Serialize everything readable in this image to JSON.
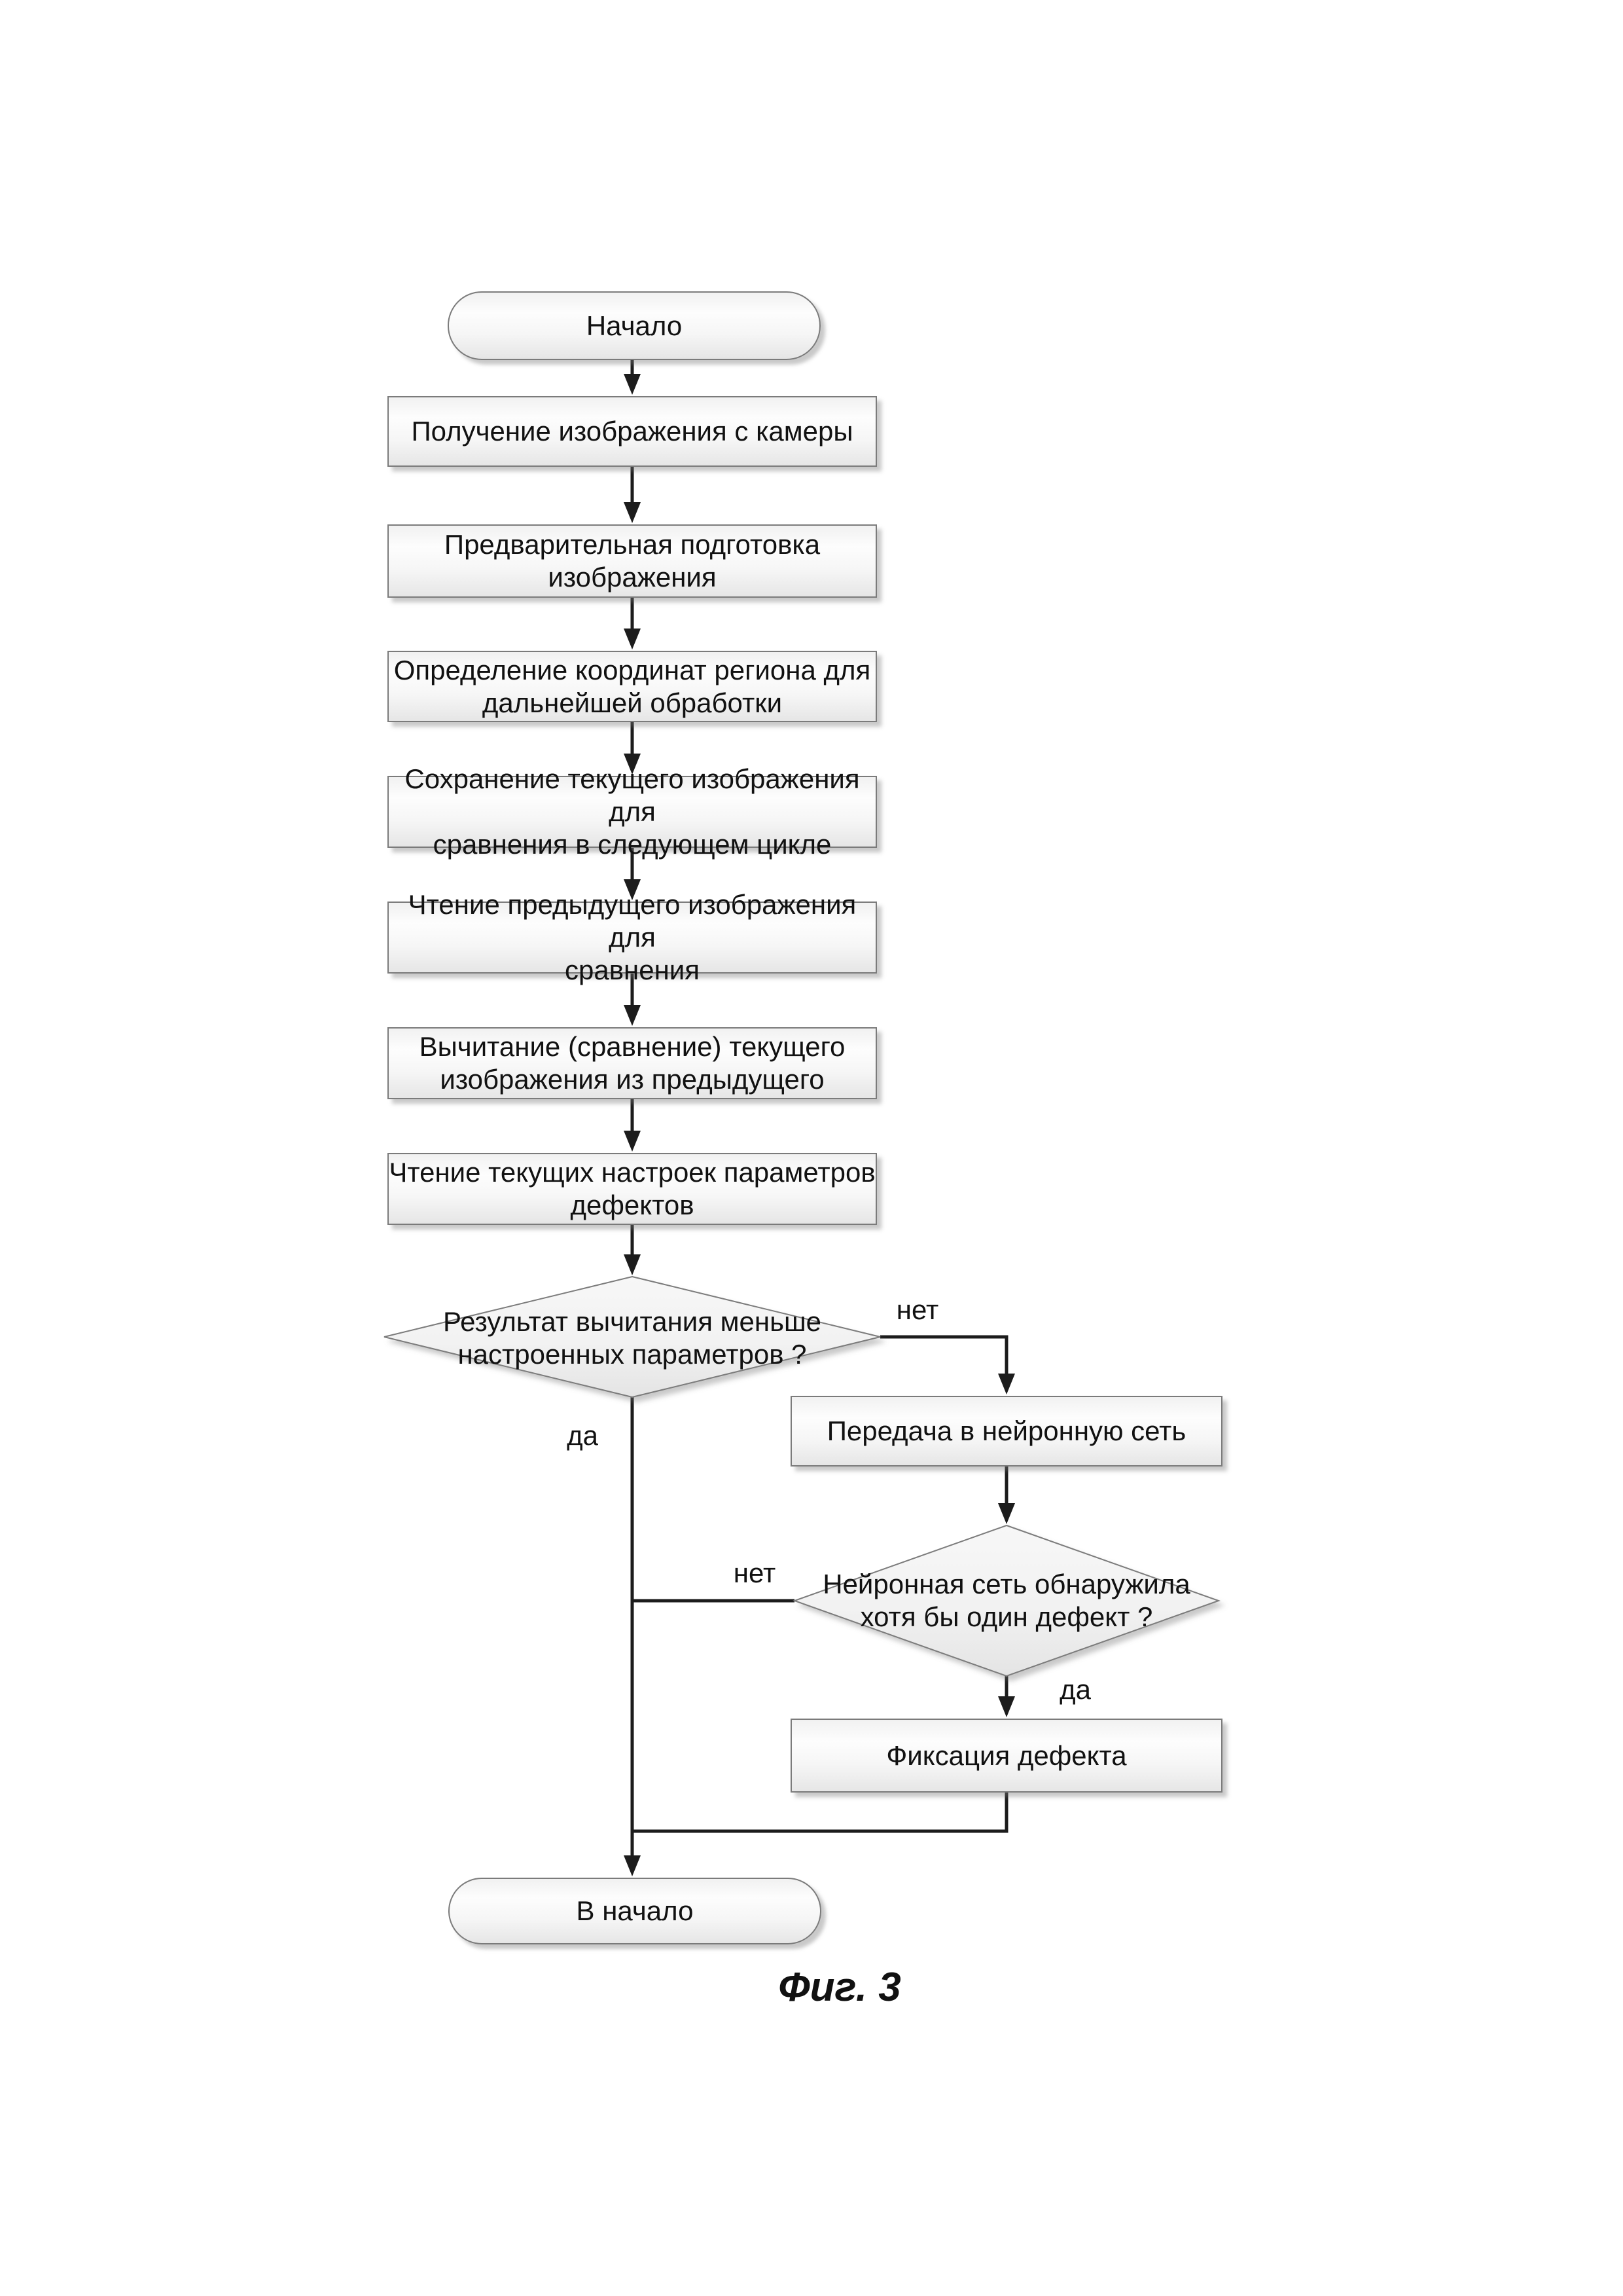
{
  "figure": {
    "caption": "Фиг. 3"
  },
  "colors": {
    "background": "#ffffff",
    "connector": "#1c1c1c",
    "node_border": "#7b7b7b",
    "node_fill_light": "#fdfdfd",
    "node_fill_dark": "#e6e6e6",
    "text": "#111111"
  },
  "nodes": {
    "start": {
      "type": "terminator",
      "label": "Начало"
    },
    "capture": {
      "type": "process",
      "line1": "Получение изображения с камеры"
    },
    "preprocess": {
      "type": "process",
      "line1": "Предварительная подготовка",
      "line2": "изображения"
    },
    "region": {
      "type": "process",
      "line1": "Определение координат региона для",
      "line2": "дальнейшей обработки"
    },
    "save_current": {
      "type": "process",
      "line1": "Сохранение текущего изображения для",
      "line2": "сравнения в следующем цикле"
    },
    "read_previous": {
      "type": "process",
      "line1": "Чтение предыдущего изображения для",
      "line2": "сравнения"
    },
    "subtract": {
      "type": "process",
      "line1": "Вычитание (сравнение) текущего",
      "line2": "изображения из предыдущего"
    },
    "read_settings": {
      "type": "process",
      "line1": "Чтение текущих настроек параметров",
      "line2": "дефектов"
    },
    "decision_threshold": {
      "type": "decision",
      "line1": "Результат вычитания меньше",
      "line2": "настроенных параметров ?"
    },
    "neural_send": {
      "type": "process",
      "line1": "Передача в нейронную сеть"
    },
    "decision_neural": {
      "type": "decision",
      "line1": "Нейронная сеть обнаружила",
      "line2": "хотя бы один дефект ?"
    },
    "fix_defect": {
      "type": "process",
      "line1": "Фиксация дефекта"
    },
    "end": {
      "type": "terminator",
      "label": "В начало"
    }
  },
  "edge_labels": {
    "decision1_no": "нет",
    "decision1_yes": "да",
    "decision2_no": "нет",
    "decision2_yes": "да"
  }
}
